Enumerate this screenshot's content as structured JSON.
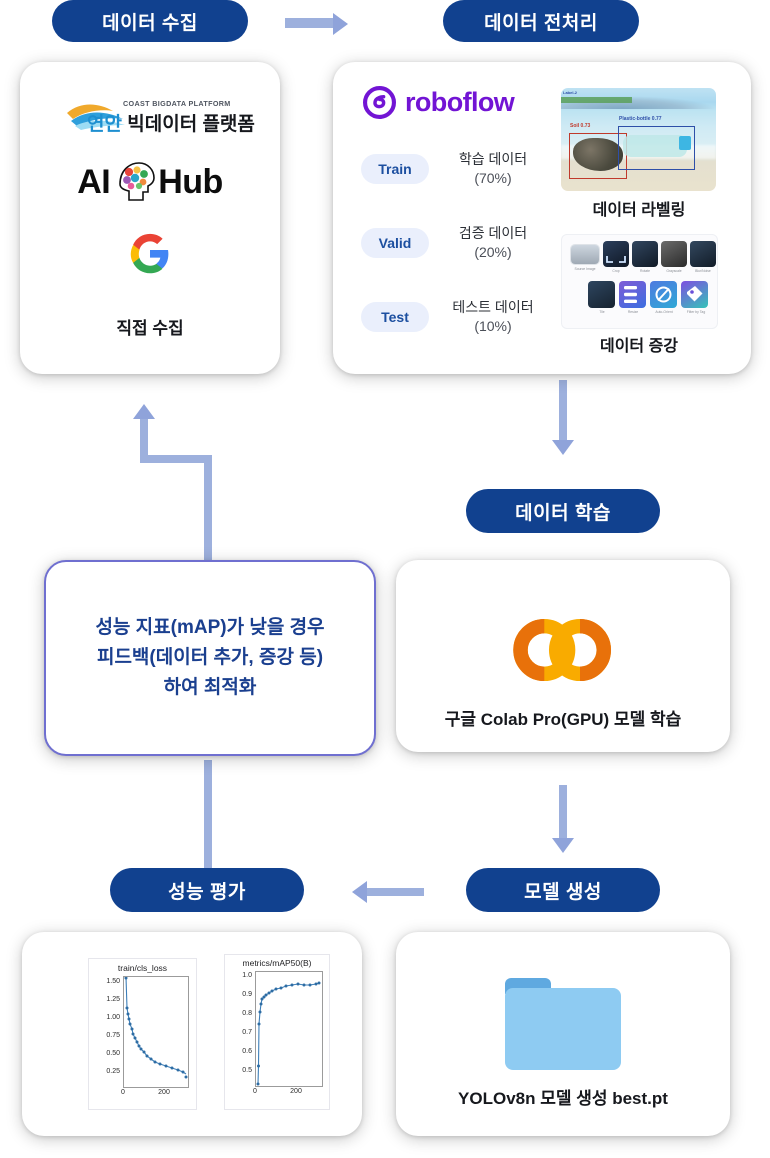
{
  "diagram": {
    "title_flow": "데이터 수집 → 데이터 전처리 → 데이터 학습 → 모델 생성 → 성능 평가 → 피드백",
    "stages": [
      {
        "id": "collect",
        "badge": "데이터 수집"
      },
      {
        "id": "preprocess",
        "badge": "데이터 전처리"
      },
      {
        "id": "train",
        "badge": "데이터 학습"
      },
      {
        "id": "model",
        "badge": "모델 생성"
      },
      {
        "id": "evaluate",
        "badge": "성능 평가"
      }
    ]
  },
  "collect_card": {
    "logos": [
      {
        "name": "coast-bigdata-platform",
        "subtitle": "COAST BIGDATA PLATFORM",
        "title_ko_blue": "연안",
        "title_ko_dark": "빅데이터 플랫폼"
      },
      {
        "name": "ai-hub",
        "left_text": "AI",
        "right_text": "Hub"
      },
      {
        "name": "google",
        "letter": "G"
      }
    ],
    "caption": "직접 수집"
  },
  "preprocess_card": {
    "brand": "roboflow",
    "splits": [
      {
        "pill": "Train",
        "label": "학습 데이터",
        "percent": "(70%)"
      },
      {
        "pill": "Valid",
        "label": "검증 데이터",
        "percent": "(20%)"
      },
      {
        "pill": "Test",
        "label": "테스트 데이터",
        "percent": "(10%)"
      }
    ],
    "labeling_caption": "데이터 라벨링",
    "augmentation_caption": "데이터 증강",
    "labeling_boxes": [
      {
        "class": "Soil",
        "score": "0.73",
        "color": "#c0392b"
      },
      {
        "class": "Plastic-bottle",
        "score": "0.77",
        "color": "#2e4fa8"
      }
    ],
    "augmentation_tiles": [
      "Source Image",
      "Crop",
      "Rotate",
      "Grayscale",
      "Blur/Noise",
      "Tile",
      "Resize",
      "Auto-Orient",
      "Filter by Tag"
    ]
  },
  "feedback_card": {
    "line1": "성능 지표(mAP)가 낮을 경우",
    "line2": "피드백(데이터 추가, 증강 등)",
    "line3": "하여 최적화",
    "accent_color": "#1a3f8f",
    "border_color": "#6f6fd0"
  },
  "training_card": {
    "logo": "google-colab",
    "caption": "구글 Colab Pro(GPU) 모델 학습"
  },
  "model_card": {
    "icon": "folder-icon",
    "caption": "YOLOv8n 모델 생성 best.pt"
  },
  "evaluation_card": {
    "caption": ""
  },
  "chart_data": [
    {
      "type": "line",
      "title": "train/cls_loss",
      "xlabel": "",
      "ylabel": "",
      "xlim": [
        0,
        310
      ],
      "ylim": [
        0.12,
        1.6
      ],
      "yticks": [
        "1.50",
        "1.25",
        "1.00",
        "0.75",
        "0.50",
        "0.25"
      ],
      "ytick_values": [
        1.5,
        1.25,
        1.0,
        0.75,
        0.5,
        0.25
      ],
      "xticks": [
        "0",
        "200"
      ],
      "xtick_values": [
        0,
        200
      ],
      "grid": false,
      "legend": "none",
      "marker": "dot",
      "color": "#3c7eb8",
      "x": [
        1,
        3,
        6,
        9,
        12,
        16,
        20,
        25,
        30,
        36,
        42,
        50,
        60,
        70,
        82,
        95,
        110,
        125,
        140,
        155,
        170,
        185,
        200,
        215,
        230,
        245,
        260,
        275,
        290,
        300,
        307
      ],
      "values": [
        1.55,
        1.17,
        1.1,
        1.02,
        0.95,
        0.88,
        0.82,
        0.76,
        0.71,
        0.66,
        0.62,
        0.575,
        0.53,
        0.5,
        0.465,
        0.44,
        0.415,
        0.395,
        0.375,
        0.358,
        0.342,
        0.328,
        0.315,
        0.302,
        0.29,
        0.278,
        0.266,
        0.252,
        0.23,
        0.195,
        0.165
      ]
    },
    {
      "type": "line",
      "title": "metrics/mAP50(B)",
      "xlabel": "",
      "ylabel": "",
      "xlim": [
        0,
        310
      ],
      "ylim": [
        0.48,
        1.0
      ],
      "yticks": [
        "1.0",
        "0.9",
        "0.8",
        "0.7",
        "0.6",
        "0.5"
      ],
      "ytick_values": [
        1.0,
        0.9,
        0.8,
        0.7,
        0.6,
        0.5
      ],
      "xticks": [
        "0",
        "200"
      ],
      "xtick_values": [
        0,
        200
      ],
      "grid": false,
      "legend": "none",
      "marker": "dot",
      "color": "#3c7eb8",
      "x": [
        1,
        3,
        5,
        7,
        10,
        14,
        18,
        24,
        30,
        38,
        48,
        60,
        72,
        86,
        100,
        118,
        136,
        155,
        175,
        195,
        215,
        235,
        255,
        275,
        295,
        307
      ],
      "values": [
        0.49,
        0.575,
        0.8,
        0.86,
        0.895,
        0.915,
        0.925,
        0.932,
        0.94,
        0.945,
        0.952,
        0.955,
        0.962,
        0.966,
        0.97,
        0.968,
        0.966,
        0.965,
        0.963,
        0.962,
        0.964,
        0.965,
        0.967,
        0.968,
        0.971,
        0.972
      ]
    }
  ]
}
